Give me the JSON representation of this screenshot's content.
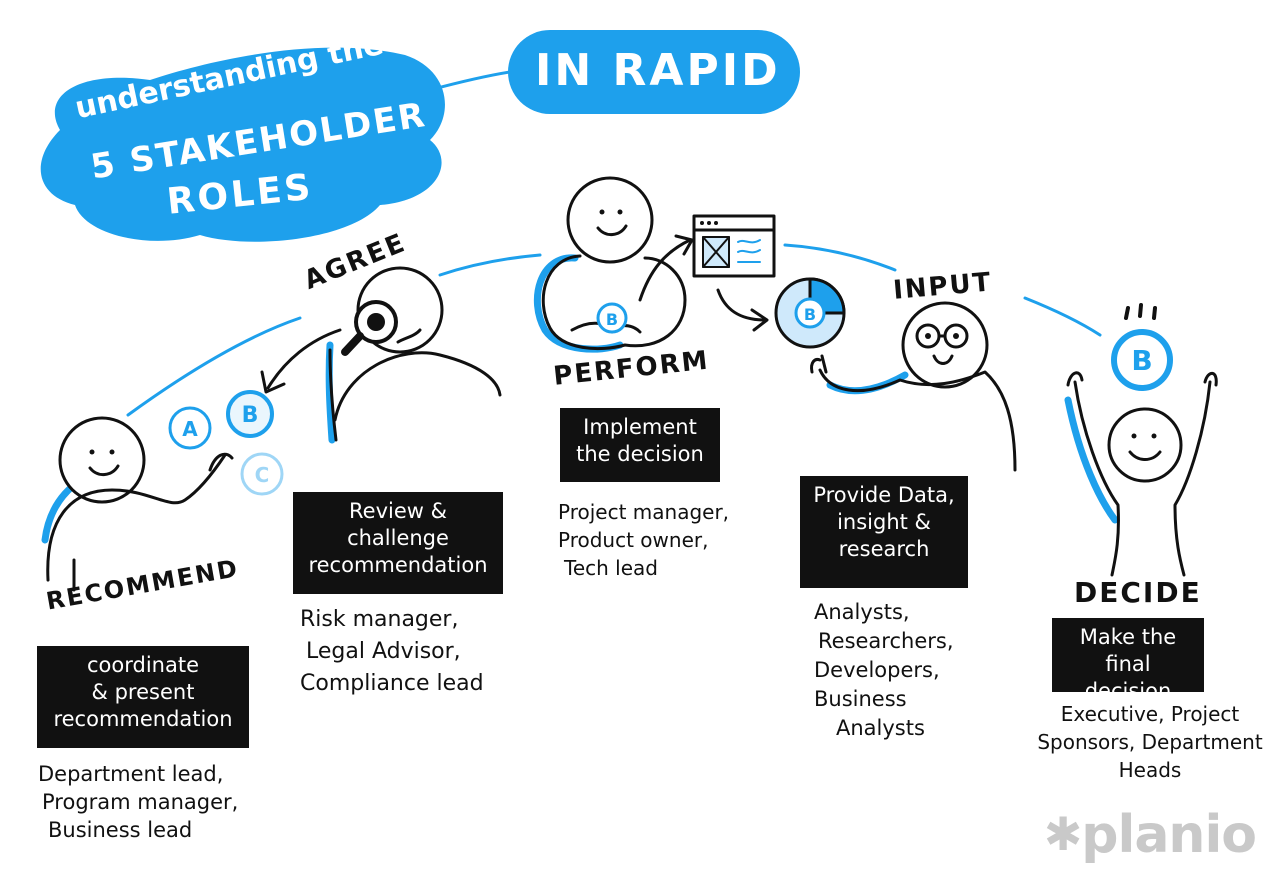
{
  "title": {
    "line1": "understanding the",
    "line2": "5 STAKEHOLDER",
    "line3": "ROLES",
    "tag": "IN RAPID"
  },
  "colors": {
    "accent": "#1ea0ec",
    "ink": "#111111",
    "paper": "#ffffff",
    "logo": "#c9c9c9"
  },
  "roles": [
    {
      "id": "recommend",
      "label": "RECOMMEND",
      "task": [
        "coordinate",
        "& present",
        "recommendation"
      ],
      "people": [
        "Department lead,",
        "Program manager,",
        "Business lead"
      ]
    },
    {
      "id": "agree",
      "label": "AGREE",
      "task": [
        "Review &",
        "challenge",
        "recommendation"
      ],
      "people": [
        "Risk manager,",
        "Legal Advisor,",
        "Compliance lead"
      ]
    },
    {
      "id": "perform",
      "label": "PERFORM",
      "task": [
        "Implement",
        "the decision"
      ],
      "people": [
        "Project manager,",
        "Product owner,",
        "Tech lead"
      ]
    },
    {
      "id": "input",
      "label": "INPUT",
      "task": [
        "Provide Data,",
        "insight &",
        "research"
      ],
      "people": [
        "Analysts,",
        "Researchers,",
        "Developers,",
        "Business",
        "Analysts"
      ]
    },
    {
      "id": "decide",
      "label": "DECIDE",
      "task": [
        "Make the",
        "final decision"
      ],
      "people": [
        "Executive, Project",
        "Sponsors, Department",
        "Heads"
      ]
    }
  ],
  "bubbles": {
    "a": "A",
    "b": "B",
    "c": "C"
  },
  "icons": [
    "magnifier-icon",
    "browser-window-icon",
    "pie-chart-icon",
    "arrow-icon"
  ],
  "logo": "planio"
}
